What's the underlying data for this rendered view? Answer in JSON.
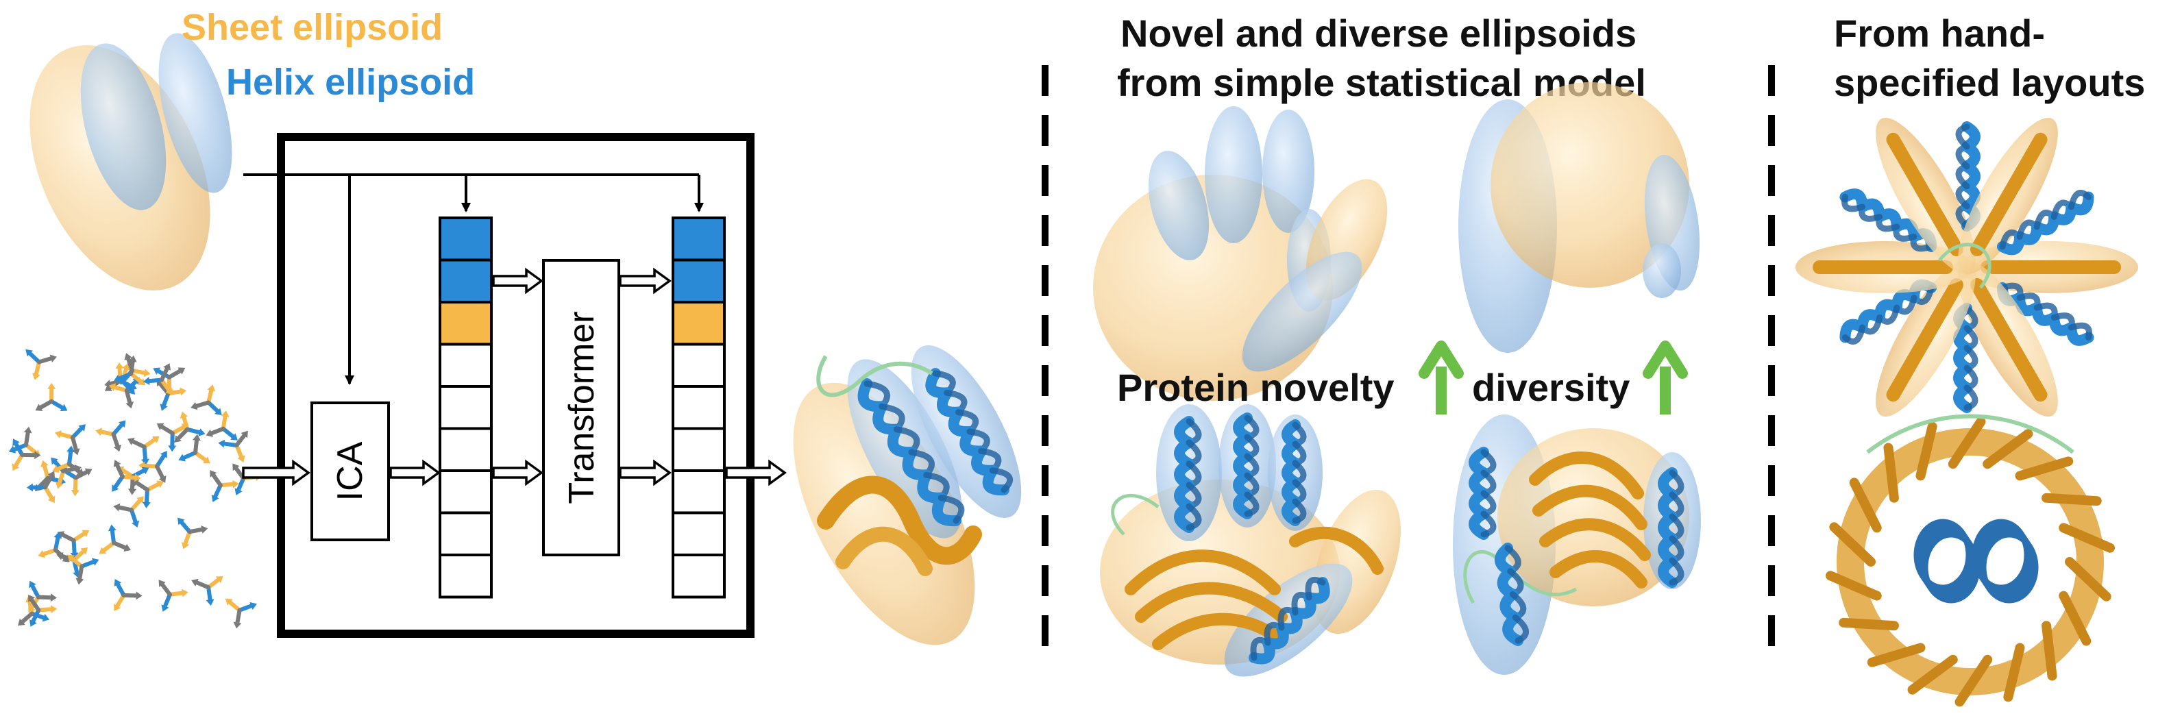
{
  "legend": {
    "sheet_label": "Sheet ellipsoid",
    "helix_label": "Helix ellipsoid"
  },
  "pipeline": {
    "ica_label": "ICA",
    "transformer_label": "Transformer"
  },
  "right_panel": {
    "title_line1": "Novel and diverse ellipsoids",
    "title_line2": "from simple statistical model",
    "novelty_label": "Protein novelty",
    "diversity_label": "diversity"
  },
  "far_right_panel": {
    "title_line1": "From hand-",
    "title_line2": "specified layouts"
  },
  "colors": {
    "sheet": "#f7b84a",
    "helix": "#2a8ad6",
    "frame_gray": "#7a7a7a",
    "arrow_green": "#6cbf46",
    "ellipsoid_blue": "#9fc3e8",
    "ellipsoid_orange": "#f5d29a",
    "text": "#111111"
  }
}
